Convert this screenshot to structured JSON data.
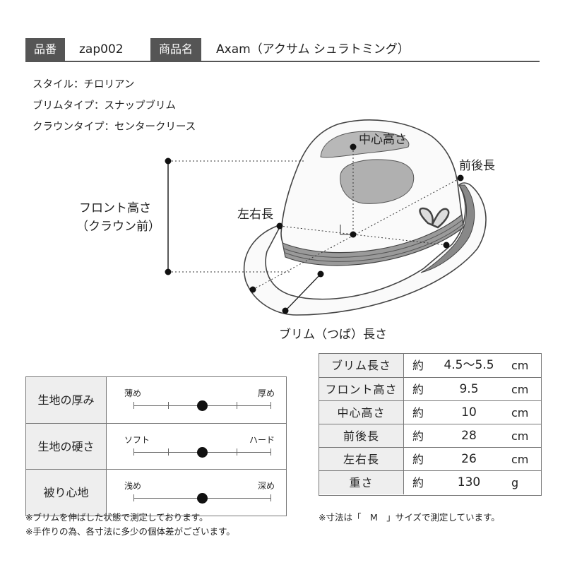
{
  "header": {
    "item_no_label": "品番",
    "item_no": "zap002",
    "product_label": "商品名",
    "product_name": "Axam（アクサム シュラトミング）"
  },
  "specs": [
    "スタイル：チロリアン",
    "ブリムタイプ：スナップブリム",
    "クラウンタイプ：センタークリース"
  ],
  "diagram": {
    "center_height": "中心高さ",
    "front_back": "前後長",
    "side_to_side": "左右長",
    "front_height_line1": "フロント高さ",
    "front_height_line2": "（クラウン前）",
    "brim_length": "ブリム（つば）長さ"
  },
  "texture": [
    {
      "label": "生地の厚み",
      "low": "薄め",
      "high": "厚め",
      "level": 0.5
    },
    {
      "label": "生地の硬さ",
      "low": "ソフト",
      "high": "ハード",
      "level": 0.5
    },
    {
      "label": "被り心地",
      "low": "浅め",
      "high": "深め",
      "level": 0.5
    }
  ],
  "sizes": [
    {
      "name": "ブリム長さ",
      "approx": "約",
      "value": "4.5〜5.5",
      "unit": "cm"
    },
    {
      "name": "フロント高さ",
      "approx": "約",
      "value": "9.5",
      "unit": "cm"
    },
    {
      "name": "中心高さ",
      "approx": "約",
      "value": "10",
      "unit": "cm"
    },
    {
      "name": "前後長",
      "approx": "約",
      "value": "28",
      "unit": "cm"
    },
    {
      "name": "左右長",
      "approx": "約",
      "value": "26",
      "unit": "cm"
    },
    {
      "name": "重さ",
      "approx": "約",
      "value": "130",
      "unit": "g"
    }
  ],
  "notes": {
    "note1": "※ブリムを伸ばした状態で測定しております。",
    "note2": "※手作りの為、各寸法に多少の個体差がございます。",
    "note3": "※寸法は「　M　」サイズで測定しています。"
  }
}
